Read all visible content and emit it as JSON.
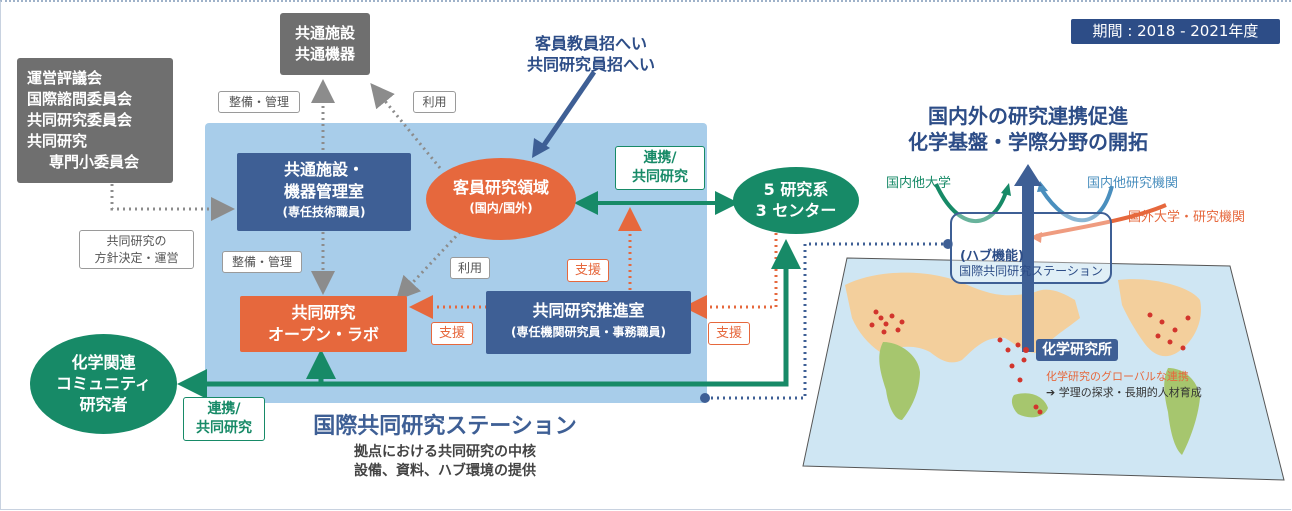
{
  "period": "期間 : 2018 - 2021年度",
  "shared_facilities": [
    "共通施設",
    "共通機器"
  ],
  "committee_lines": [
    "運営評議会",
    "国際諮問委員会",
    "共同研究委員会",
    "共同研究",
    "専門小委員会"
  ],
  "policy_note": [
    "共同研究の",
    "方針決定・運営"
  ],
  "invite": [
    "客員教員招へい",
    "共同研究員招へい"
  ],
  "labels": {
    "maintenance": "整備・管理",
    "use": "利用",
    "support": "支援",
    "collab": [
      "連携/",
      "共同研究"
    ]
  },
  "facility_office": {
    "lines": [
      "共通施設・",
      "機器管理室"
    ],
    "sub": "(専任技術職員)"
  },
  "visiting_area": {
    "title": "客員研究領域",
    "sub": "(国内/国外)"
  },
  "open_lab": {
    "lines": [
      "共同研究",
      "オープン・ラボ"
    ]
  },
  "promotion_office": {
    "title": "共同研究推進室",
    "sub": "(専任機関研究員・事務職員)"
  },
  "centers": {
    "lines": [
      "5 研究系",
      "3 センター"
    ]
  },
  "community": {
    "lines": [
      "化学関連",
      "コミュニティ",
      "研究者"
    ]
  },
  "station": {
    "title": "国際共同研究ステーション",
    "lines": [
      "拠点における共同研究の中核",
      "設備、資料、ハブ環境の提供"
    ]
  },
  "goal": {
    "lines": [
      "国内外の研究連携促進",
      "化学基盤・学際分野の開拓"
    ]
  },
  "map_labels": {
    "domestic_univ": "国内他大学",
    "domestic_inst": "国内他研究機関",
    "overseas": "国外大学・研究機関",
    "hub": "(ハブ機能)",
    "hub_sub": "国際共同研究ステーション",
    "icr": "化学研究所",
    "global1": "化学研究のグローバルな連携",
    "global2": "➔ 学理の探求・長期的人材育成"
  },
  "colors": {
    "navy": "#3e5f95",
    "orange": "#e6683d",
    "green": "#178a67",
    "gray": "#6f6f6f",
    "light_blue": "#a8cdea",
    "title_blue": "#2d4d87"
  }
}
